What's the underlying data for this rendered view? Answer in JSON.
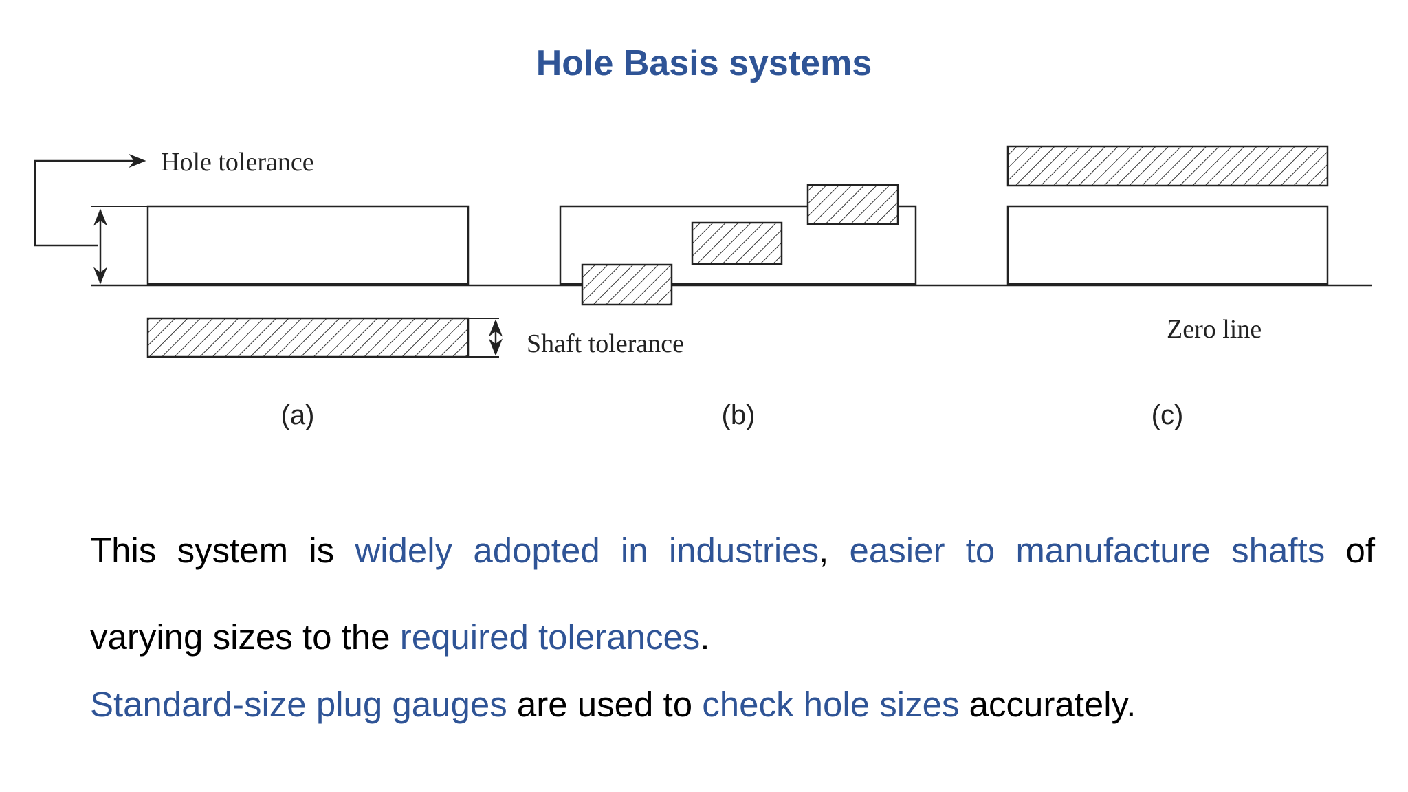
{
  "title": "Hole Basis systems",
  "diagram": {
    "labels": {
      "hole_tolerance": "Hole tolerance",
      "shaft_tolerance": "Shaft tolerance",
      "zero_line": "Zero line"
    },
    "sub_labels": [
      "(a)",
      "(b)",
      "(c)"
    ]
  },
  "paragraphs": [
    {
      "segments": [
        {
          "text": "This system is ",
          "highlight": false
        },
        {
          "text": "widely adopted in industries",
          "highlight": true
        },
        {
          "text": ", ",
          "highlight": false
        },
        {
          "text": "easier to manufacture shafts",
          "highlight": true
        },
        {
          "text": " of varying sizes to the ",
          "highlight": false
        },
        {
          "text": "required tolerances",
          "highlight": true
        },
        {
          "text": ".",
          "highlight": false
        }
      ]
    },
    {
      "segments": [
        {
          "text": "Standard-size plug gauges",
          "highlight": true
        },
        {
          "text": " are used to ",
          "highlight": false
        },
        {
          "text": "check hole sizes",
          "highlight": true
        },
        {
          "text": " accurately.",
          "highlight": false
        }
      ]
    }
  ],
  "colors": {
    "accent": "#2f5496",
    "text": "#000000",
    "line": "#222222"
  }
}
